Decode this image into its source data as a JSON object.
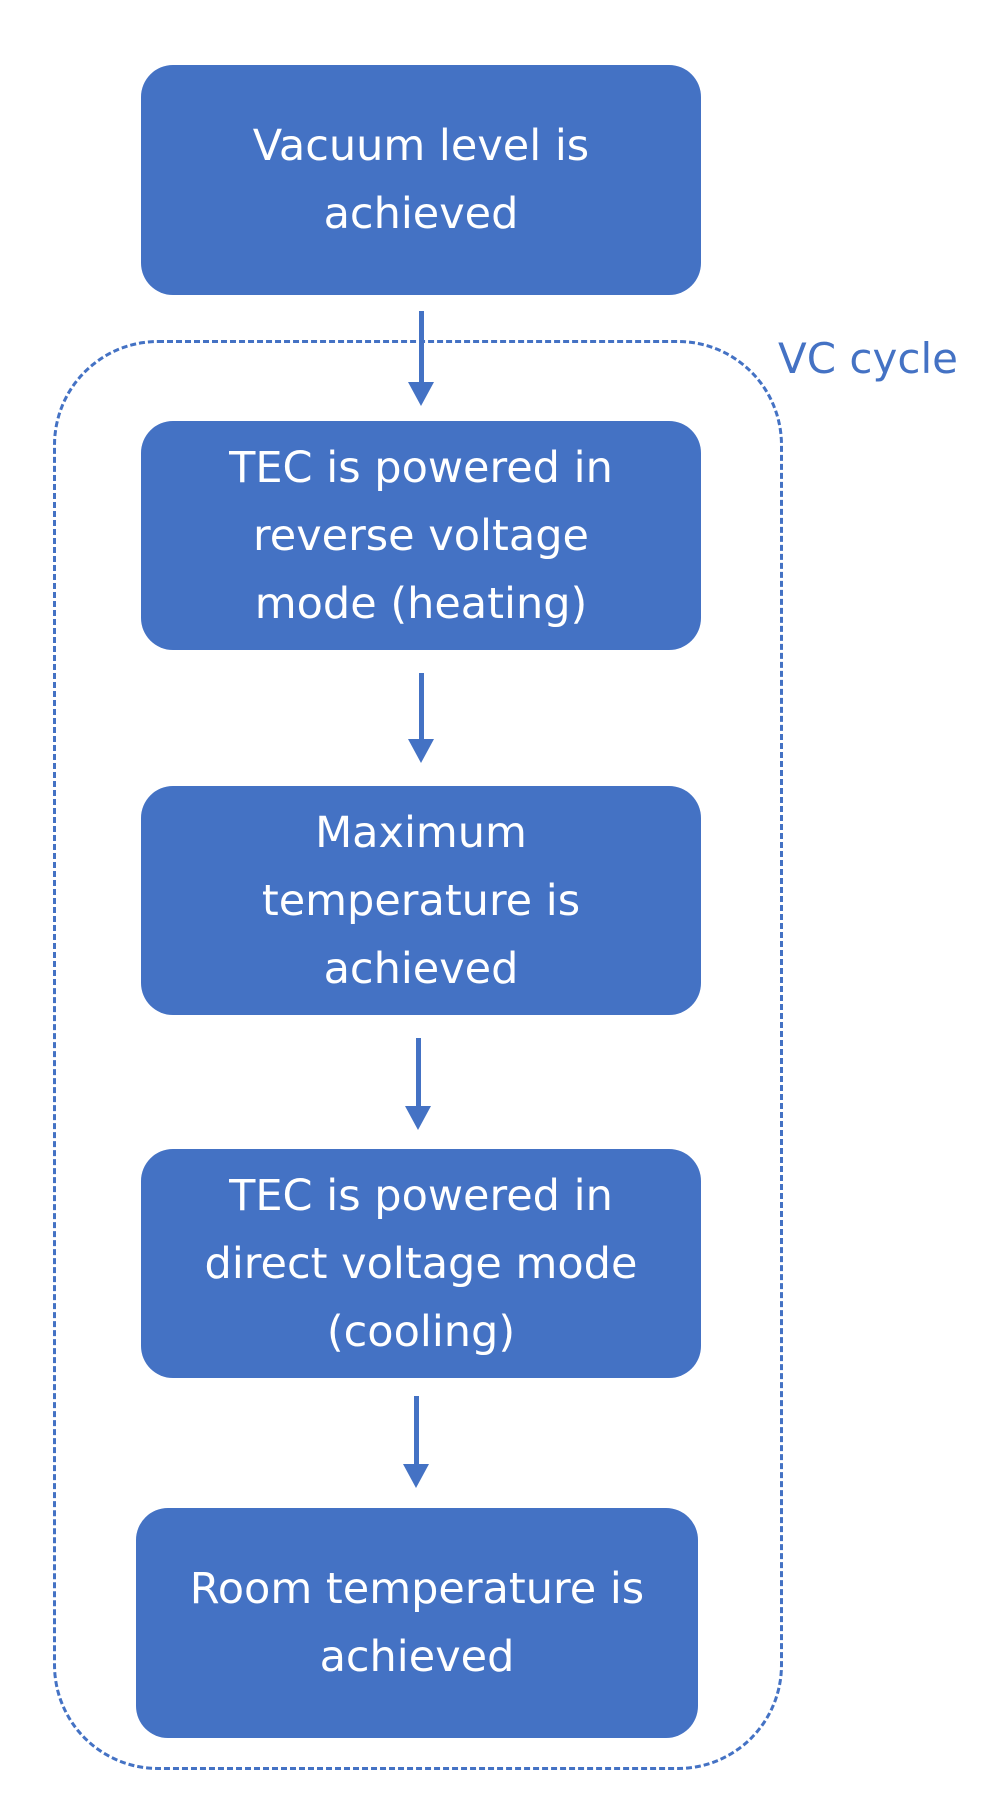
{
  "loop": {
    "label": "VC cycle"
  },
  "steps": [
    {
      "label": "Vacuum level is\nachieved"
    },
    {
      "label": "TEC is powered in\nreverse voltage\nmode (heating)"
    },
    {
      "label": "Maximum\ntemperature is\nachieved"
    },
    {
      "label": "TEC is powered in\ndirect voltage mode\n(cooling)"
    },
    {
      "label": "Room temperature is\nachieved"
    }
  ],
  "colors": {
    "box_fill": "#4472c4",
    "box_text": "#ffffff",
    "arrow": "#4472c4",
    "loop_border": "#4472c4"
  }
}
